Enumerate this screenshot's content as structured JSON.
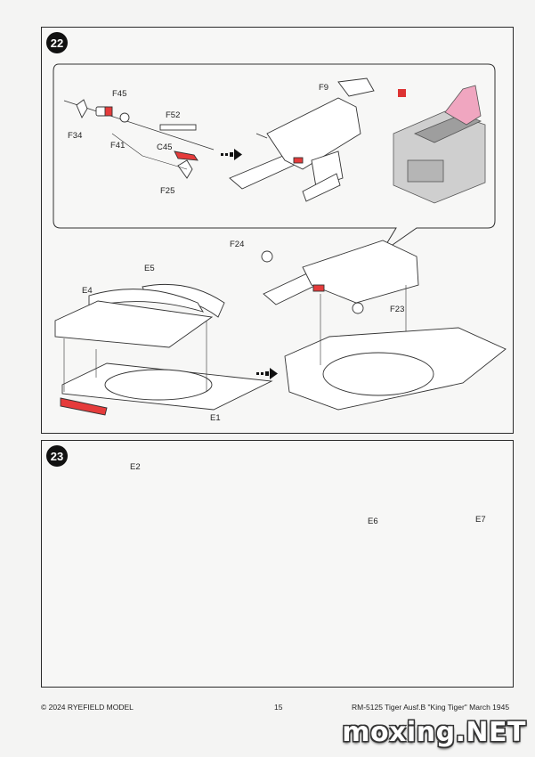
{
  "step22": {
    "number": "22",
    "labels": {
      "f45": "F45",
      "f34": "F34",
      "f41": "F41",
      "f52": "F52",
      "c45": "C45",
      "f25": "F25",
      "f9": "F9",
      "f24": "F24",
      "f23": "F23",
      "e5": "E5",
      "e4": "E4",
      "e1": "E1"
    }
  },
  "step23": {
    "number": "23",
    "labels": {
      "e2": "E2",
      "e6": "E6",
      "e7": "E7"
    }
  },
  "footer": {
    "copyright": "© 2024 RYEFIELD MODEL",
    "page_number": "15",
    "product": "RM-5125 Tiger Ausf.B \"King Tiger\" March 1945"
  },
  "watermark": "moxing.NET",
  "colors": {
    "highlight": "#e53b3b",
    "pink": "#f0a6c0",
    "line": "#333333"
  }
}
